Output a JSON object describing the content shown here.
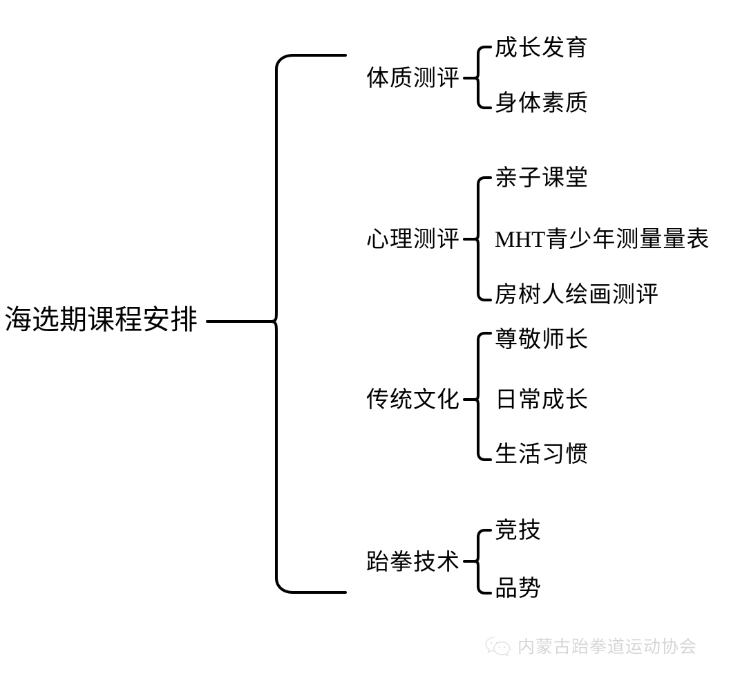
{
  "diagram": {
    "type": "brace-mindmap",
    "root": {
      "label": "海选期课程安排"
    },
    "branches": [
      {
        "label": "体质测评",
        "children": [
          {
            "label": "成长发育"
          },
          {
            "label": "身体素质"
          }
        ]
      },
      {
        "label": "心理测评",
        "children": [
          {
            "label": "亲子课堂"
          },
          {
            "label": "MHT青少年测量量表",
            "prefix": "MHT",
            "rest": "青少年测量量表"
          },
          {
            "label": "房树人绘画测评"
          }
        ]
      },
      {
        "label": "传统文化",
        "children": [
          {
            "label": "尊敬师长"
          },
          {
            "label": "日常成长"
          },
          {
            "label": "生活习惯"
          }
        ]
      },
      {
        "label": "跆拳技术",
        "children": [
          {
            "label": "竞技"
          },
          {
            "label": "品势"
          }
        ]
      }
    ]
  },
  "footer": {
    "icon": "wechat-icon",
    "label": "内蒙古跆拳道运动协会"
  },
  "colors": {
    "background": "#ffffff",
    "ink": "#000000",
    "watermark": "#9a9a9a"
  }
}
